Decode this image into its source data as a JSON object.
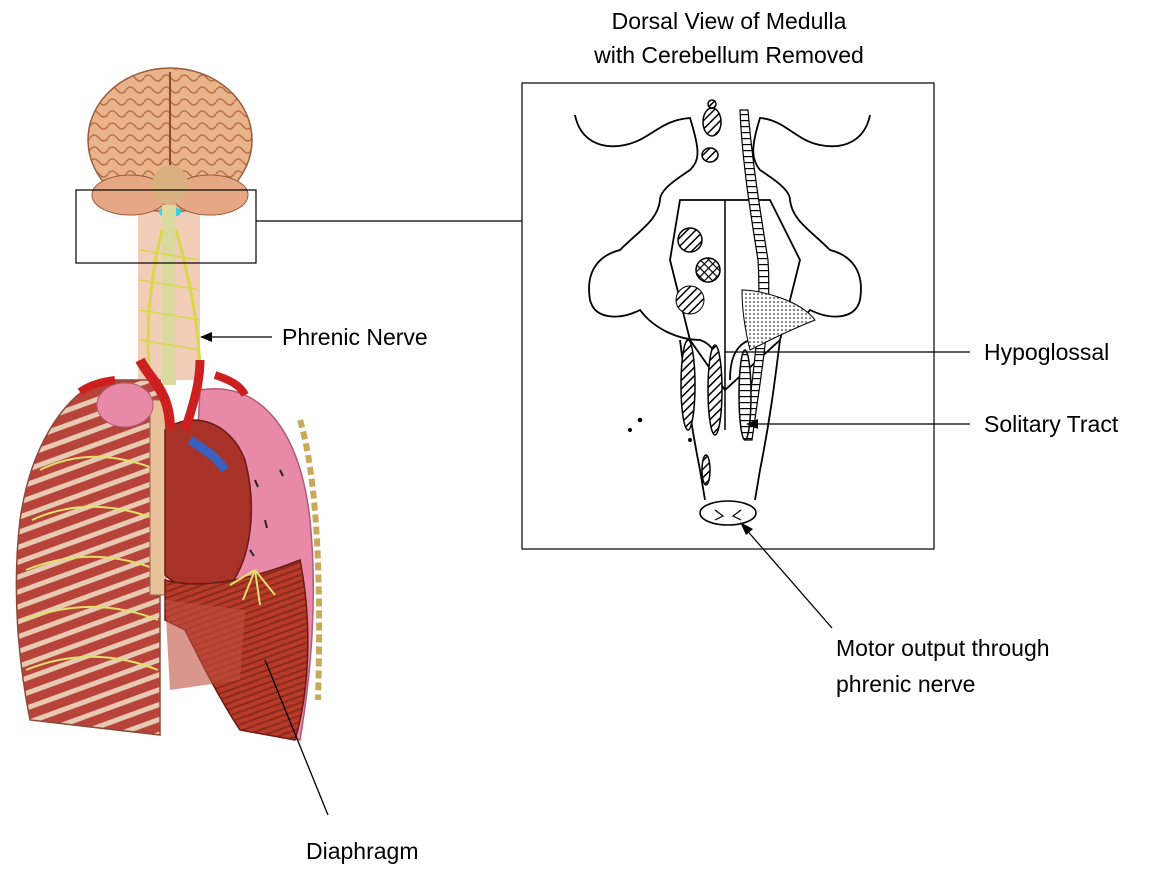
{
  "title": {
    "line1": "Dorsal View of Medulla",
    "line2": "with Cerebellum Removed"
  },
  "labels": {
    "phrenic_nerve": "Phrenic Nerve",
    "hypoglossal": "Hypoglossal",
    "solitary_tract": "Solitary Tract",
    "motor_output_line1": "Motor output through",
    "motor_output_line2": "phrenic nerve",
    "diaphragm": "Diaphragm"
  },
  "colors": {
    "brain": "#e8a878",
    "muscle": "#b03a2a",
    "lung": "#e889a8",
    "nerve": "#d8d84a",
    "heart": "#a83228",
    "artery": "#cc2020",
    "vein": "#3a60c0"
  }
}
